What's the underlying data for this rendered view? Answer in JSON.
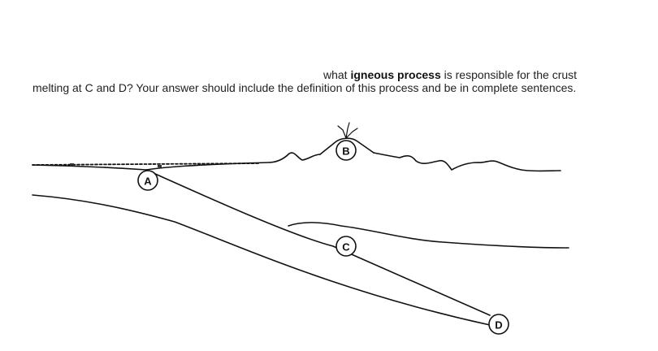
{
  "question": {
    "line1_pre": "what ",
    "line1_bold": "igneous process",
    "line1_post": " is responsible for the crust",
    "line2": "melting at C and D? Your answer should include the definition of this process and be in complete sentences."
  },
  "diagram": {
    "labels": {
      "a": "A",
      "b": "B",
      "c": "C",
      "d": "D"
    }
  }
}
